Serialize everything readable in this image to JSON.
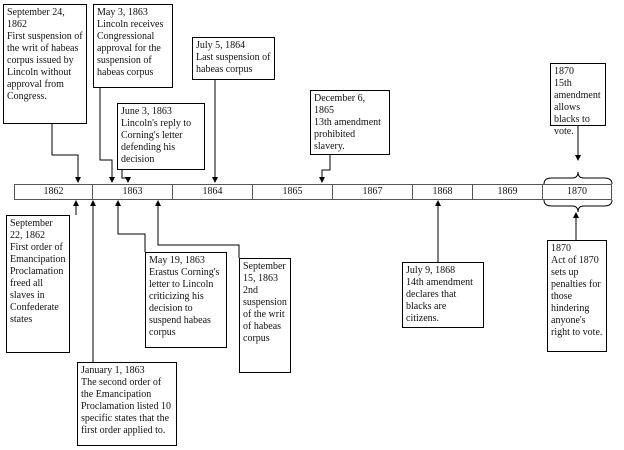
{
  "timeline": {
    "years": [
      "1862",
      "1863",
      "1864",
      "1865",
      "1867",
      "1868",
      "1869",
      "1870"
    ]
  },
  "events": [
    {
      "id": "e1",
      "date": "September 24, 1862",
      "text": "First suspension of the writ of habeas corpus issued by Lincoln without approval from Congress."
    },
    {
      "id": "e2",
      "date": "May 3, 1863",
      "text": "Lincoln receives Congressional approval for the suspension of habeas corpus"
    },
    {
      "id": "e3",
      "date": "June 3, 1863",
      "text": "Lincoln's reply to Corning's letter defending his decision"
    },
    {
      "id": "e4",
      "date": "July 5, 1864",
      "text": "Last suspension of habeas corpus"
    },
    {
      "id": "e5",
      "date": "December 6, 1865",
      "text": "13th amendment prohibited slavery."
    },
    {
      "id": "e6",
      "date": "1870",
      "text": "15th amendment allows blacks to vote."
    },
    {
      "id": "e7",
      "date": "September 22, 1862",
      "text": "First order of Emancipation Proclamation freed all slaves in Confederate states"
    },
    {
      "id": "e8",
      "date": "January 1, 1863",
      "text": "The second order of the Emancipation Proclamation listed 10 specific states that the first order applied to."
    },
    {
      "id": "e9",
      "date": "May 19, 1863",
      "text": "Erastus Corning's letter to Lincoln criticizing his decision to suspend habeas corpus"
    },
    {
      "id": "e10",
      "date": "September 15, 1863",
      "text": "2nd suspension of the writ of habeas corpus"
    },
    {
      "id": "e11",
      "date": "July 9, 1868",
      "text": "14th amendment declares that blacks are citizens."
    },
    {
      "id": "e12",
      "date": "1870",
      "text": "Act of 1870 sets up penalties for those hindering anyone's right to vote."
    }
  ]
}
